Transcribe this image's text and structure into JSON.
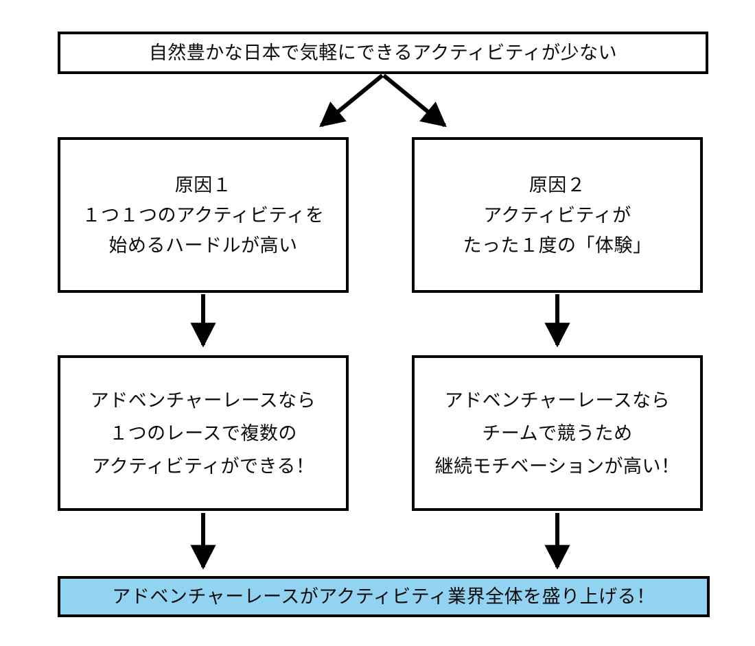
{
  "diagram": {
    "title_text": "自然豊かな日本で気軽にできるアクティビティが少ない",
    "accent_color": "#93d3f2",
    "line_color": "#000000",
    "background_color": "#ffffff",
    "problem": {
      "id": "problem",
      "lines": [
        "自然豊かな日本で気軽にできるアクティビティが少ない"
      ]
    },
    "causes": [
      {
        "id": "cause-1",
        "heading": "原因１",
        "lines": [
          "原因１",
          "１つ１つのアクティビティを",
          "始めるハードルが高い"
        ]
      },
      {
        "id": "cause-2",
        "heading": "原因２",
        "lines": [
          "原因２",
          "アクティビティが",
          "たった１度の「体験」"
        ]
      }
    ],
    "solutions": [
      {
        "id": "solution-1",
        "lines": [
          "アドベンチャーレースなら",
          "１つのレースで複数の",
          "アクティビティができる！"
        ]
      },
      {
        "id": "solution-2",
        "lines": [
          "アドベンチャーレースなら",
          "チームで競うため",
          "継続モチベーションが高い！"
        ]
      }
    ],
    "conclusion": {
      "id": "conclusion",
      "lines": [
        "アドベンチャーレースがアクティビティ業界全体を盛り上げる！"
      ]
    },
    "connectors": [
      {
        "id": "problem-to-cause-1",
        "kind": "diagonal-arrow"
      },
      {
        "id": "problem-to-cause-2",
        "kind": "diagonal-arrow"
      },
      {
        "id": "cause-1-to-solution-1",
        "kind": "vertical-arrow"
      },
      {
        "id": "cause-2-to-solution-2",
        "kind": "vertical-arrow"
      },
      {
        "id": "solution-1-to-conclusion",
        "kind": "vertical-arrow"
      },
      {
        "id": "solution-2-to-conclusion",
        "kind": "vertical-arrow"
      }
    ]
  }
}
